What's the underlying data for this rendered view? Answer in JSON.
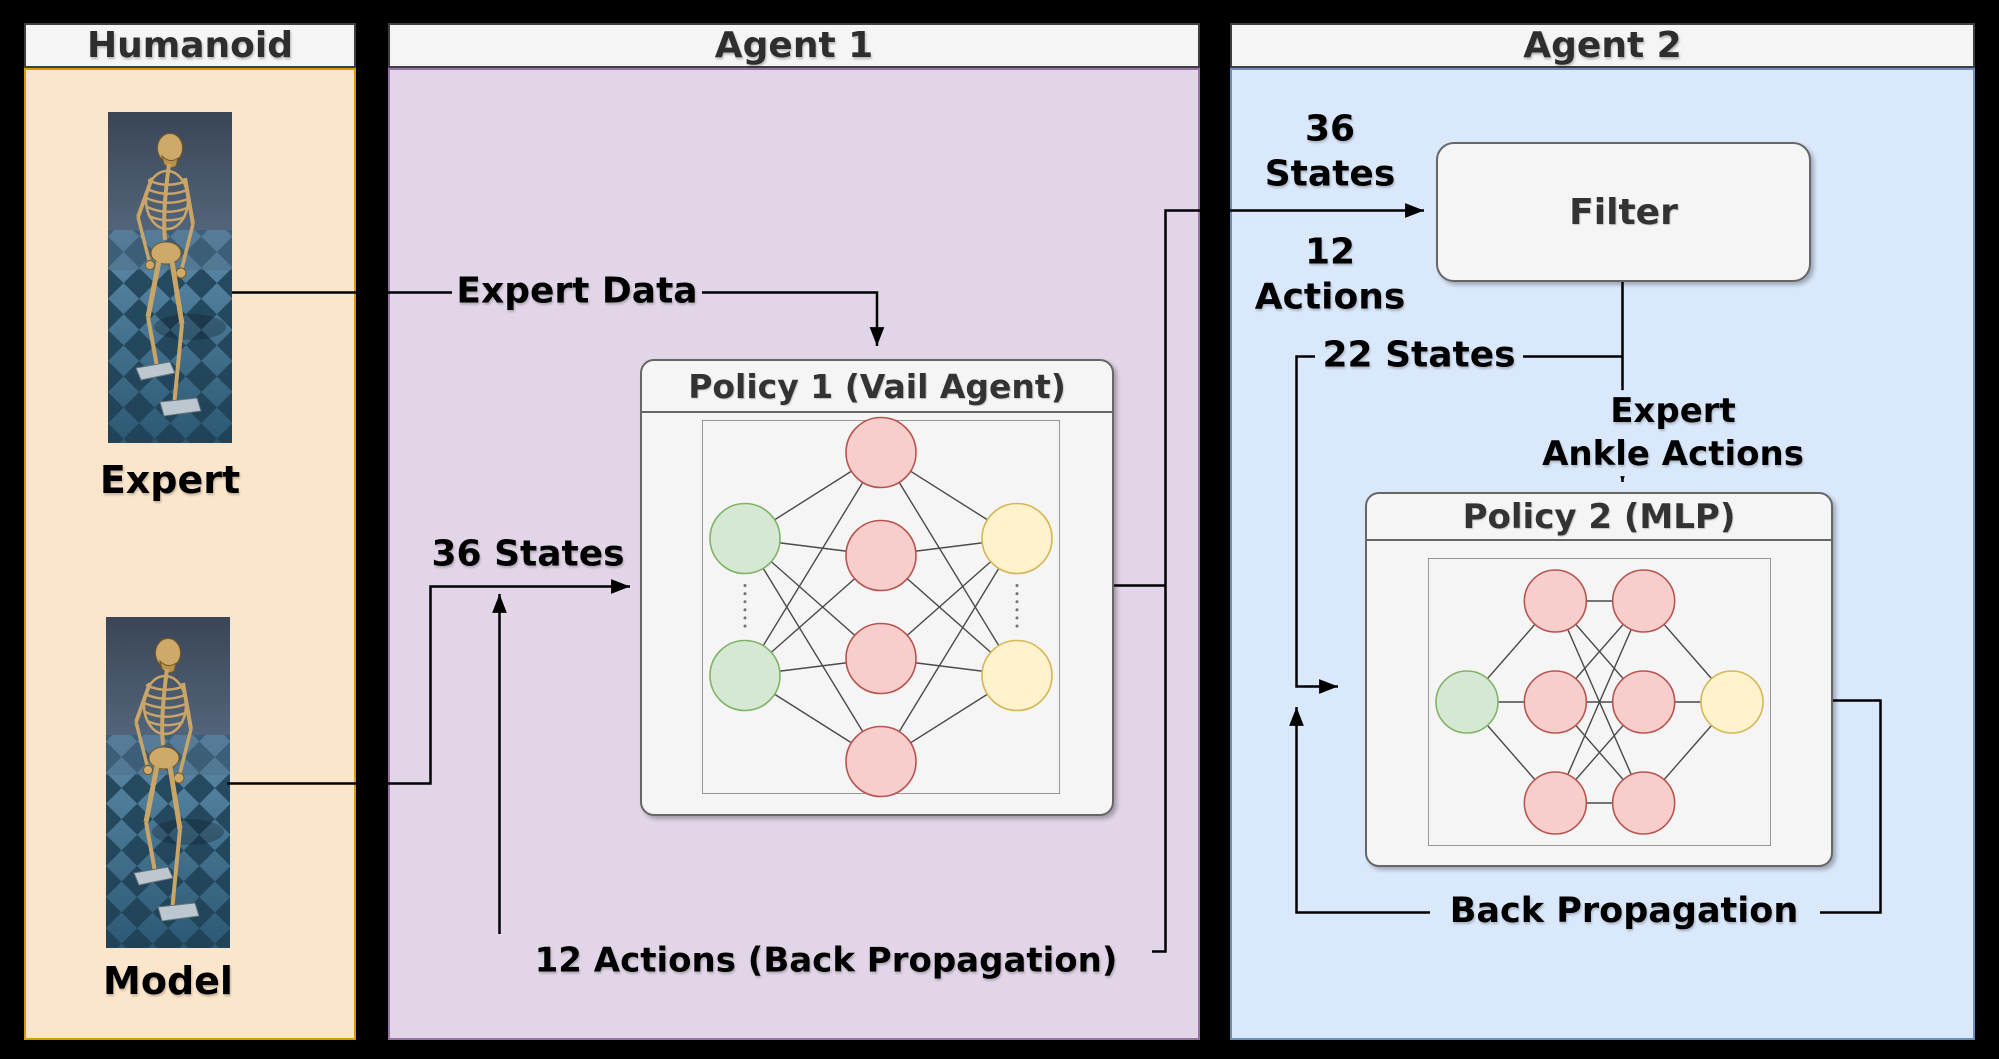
{
  "panels": {
    "humanoid": {
      "title": "Humanoid",
      "fill": "#FCE6CB",
      "stroke": "#D79B00"
    },
    "agent1": {
      "title": "Agent 1",
      "fill": "#E1D5E7",
      "stroke": "#9673A6"
    },
    "agent2": {
      "title": "Agent 2",
      "fill": "#DAE8FC",
      "stroke": "#6C8EBF"
    }
  },
  "humanoid": {
    "expert_label": "Expert",
    "model_label": "Model"
  },
  "agent1": {
    "expert_data_label": "Expert Data",
    "states_in_label": "36 States",
    "actions_back_label": "12 Actions (Back Propagation)",
    "policy1_title": "Policy 1 (Vail Agent)"
  },
  "agent2": {
    "states36_line1": "36",
    "states36_line2": "States",
    "actions12_line1": "12",
    "actions12_line2": "Actions",
    "filter_title": "Filter",
    "states22_label": "22 States",
    "ankle_line1": "Expert",
    "ankle_line2": "Ankle Actions",
    "policy2_title": "Policy 2 (MLP)",
    "backprop_label": "Back Propagation"
  },
  "networks": {
    "policy1": {
      "layers": [
        {
          "role": "input",
          "count": 2,
          "ellipsis": true
        },
        {
          "role": "hidden",
          "count": 4,
          "ellipsis": false
        },
        {
          "role": "output",
          "count": 2,
          "ellipsis": true
        }
      ]
    },
    "policy2": {
      "layers": [
        {
          "role": "input",
          "count": 1,
          "ellipsis": false
        },
        {
          "role": "hidden",
          "count": 3,
          "ellipsis": false
        },
        {
          "role": "hidden",
          "count": 3,
          "ellipsis": false
        },
        {
          "role": "output",
          "count": 1,
          "ellipsis": false
        }
      ]
    }
  },
  "network_colors": {
    "input": {
      "fill": "#D5E8D4",
      "stroke": "#82B366"
    },
    "hidden": {
      "fill": "#F8CECC",
      "stroke": "#B85450"
    },
    "output": {
      "fill": "#FFF2CC",
      "stroke": "#D6B656"
    }
  },
  "connector_color": "#000000"
}
